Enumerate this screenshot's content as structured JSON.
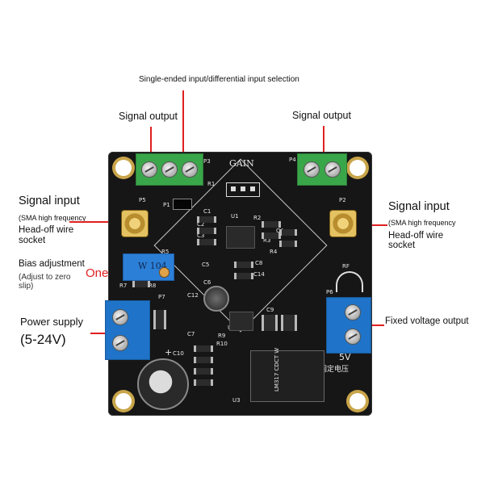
{
  "labels": {
    "mode_selection": "Single-ended input/differential input selection",
    "signal_output_left": "Signal output",
    "signal_output_right": "Signal output",
    "signal_input_left_title": "Signal input",
    "signal_input_left_line1": "(SMA high frequency",
    "signal_input_left_line2": "Head-off wire",
    "signal_input_left_line3": "socket",
    "signal_input_right_title": "Signal input",
    "signal_input_right_line1": "(SMA high frequency",
    "signal_input_right_line2": "Head-off wire",
    "signal_input_right_line3": "socket",
    "bias_title": "Bias adjustment",
    "bias_line1": "(Adjust to zero",
    "bias_line2": "slip)",
    "one": "One",
    "power_title": "Power supply",
    "power_range": "(5-24V)",
    "fixed_output": "Fixed voltage output"
  },
  "board": {
    "gain": "GAIN",
    "p3": "P3",
    "p4": "P4",
    "p5": "P5",
    "p2": "P2",
    "p1": "P1",
    "p6": "P6",
    "p7": "P7",
    "r1": "R1",
    "r2": "R2",
    "r3": "R3",
    "r4": "R4",
    "r5": "R5",
    "r7": "R7",
    "r8": "R8",
    "r9": "R9",
    "r10": "R10",
    "u1": "U1",
    "u2": "U2",
    "u3": "U3",
    "c1": "C1",
    "c2": "C2",
    "c3": "C3",
    "c4": "C4",
    "c5": "C5",
    "c6": "C6",
    "c7": "C7",
    "c8": "C8",
    "c9": "C9",
    "c10": "C10",
    "c12": "C12",
    "c14": "C14",
    "pot_marking": "W 104",
    "rf": "RF",
    "plus": "+",
    "five_v": "5V",
    "fixed_cn": "固定电压",
    "regulator": "LM317 CDCT W"
  },
  "colors": {
    "lead": "#e02020",
    "board": "#161616",
    "terminal_green": "#3aa64a",
    "terminal_blue": "#1f73c8"
  }
}
